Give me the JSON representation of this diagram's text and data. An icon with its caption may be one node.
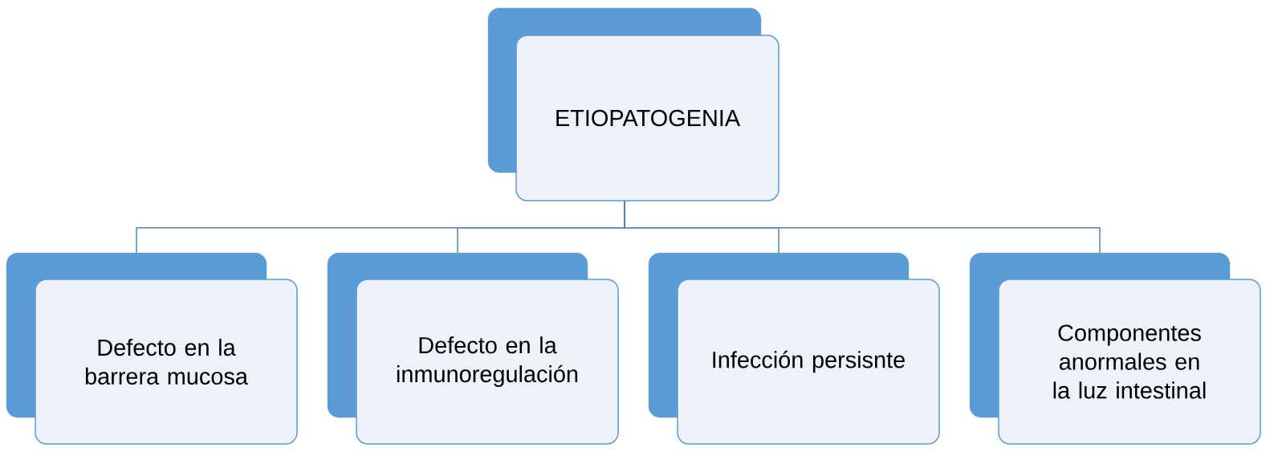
{
  "diagram": {
    "nodes": [
      {
        "text": [
          "ETIOPATOGENIA"
        ]
      },
      {
        "text": [
          "Defecto en la barrera mucosa"
        ]
      },
      {
        "text": [
          "Defecto en la inmunoregulación"
        ]
      },
      {
        "text": [
          "Infección persisnte"
        ]
      },
      {
        "text": [
          "Componentes anormales en la luz intestinal"
        ]
      }
    ],
    "edges": [
      {
        "from": 0,
        "to": 1,
        "arrow": "none"
      },
      {
        "from": 0,
        "to": 2,
        "arrow": "none"
      },
      {
        "from": 0,
        "to": 3,
        "arrow": "none"
      },
      {
        "from": 0,
        "to": 4,
        "arrow": "none"
      }
    ]
  }
}
